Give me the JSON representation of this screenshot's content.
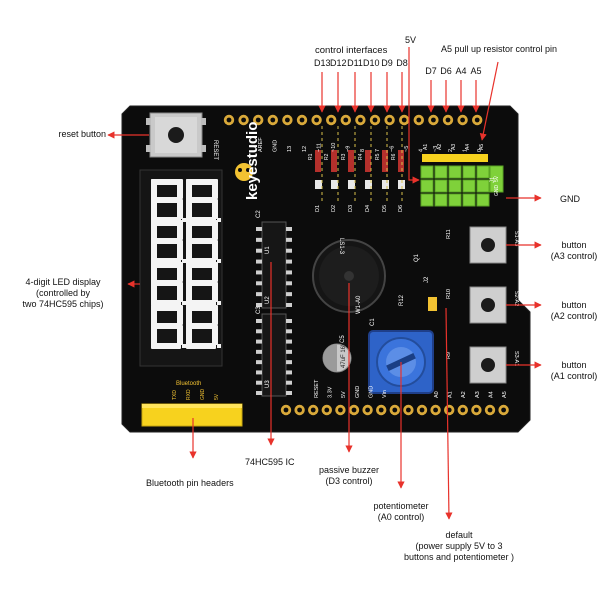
{
  "board": {
    "brand": "keyestudio",
    "silkscreen": {
      "reset": "RESET",
      "top_header": [
        "AREF",
        "GND",
        "13",
        "12",
        "~11",
        "~10",
        "~9",
        "8",
        "7",
        "~6",
        "~5",
        "4",
        "~3",
        "2",
        "1",
        "0"
      ],
      "led_labels": [
        "D1",
        "D2",
        "D3",
        "D4",
        "D5",
        "D6"
      ],
      "resistor_labels": [
        "R1",
        "R2",
        "R3",
        "R4",
        "R5",
        "R6",
        "R7"
      ],
      "jumper_top": [
        "A1",
        "A2",
        "A3",
        "A4",
        "A5"
      ],
      "jumper_side": [
        "5V",
        "GND"
      ],
      "button_names": [
        "S1-A3",
        "S2-A2",
        "S3-A1"
      ],
      "right_res": [
        "R11",
        "R10",
        "R9"
      ],
      "buzzer_label": "LS1-3",
      "chip_u1": "U1",
      "chip_u2": "U2",
      "cap_c2": "C2",
      "cap_c3": "C3",
      "cap_c5": "C5",
      "cap_value": "47uF 16V",
      "pot_label": "W1-A0",
      "pot_c": "C1",
      "j2": "J2",
      "r12": "R12",
      "q1": "Q1",
      "bt_title": "Bluetooth",
      "bt_pins": [
        "TXD",
        "RXD",
        "GND",
        "5V"
      ],
      "power_header": [
        "RESET",
        "3.3V",
        "5V",
        "GND",
        "GND",
        "Vin"
      ],
      "analog_header": [
        "A0",
        "A1",
        "A2",
        "A3",
        "A4",
        "A5"
      ],
      "u3": "U3",
      "j1": "J1"
    }
  },
  "callouts": {
    "five_v": "5V",
    "a5_pullup": "A5 pull up resistor control pin",
    "control_title": "control  interfaces",
    "control_pins": [
      "D13",
      "D12",
      "D11",
      "D10",
      "D9",
      "D8"
    ],
    "upper_pins": [
      "D7",
      "D6",
      "A4",
      "A5"
    ],
    "reset_button": "reset button",
    "gnd": "GND",
    "button_a3": [
      "button",
      "(A3 control)"
    ],
    "button_a2": [
      "button",
      "(A2 control)"
    ],
    "button_a1": [
      "button",
      "(A1 control)"
    ],
    "led_display": [
      "4-digit LED  display",
      "(controlled by",
      "two 74HC595 chips)"
    ],
    "ic": "74HC595 IC",
    "bt_headers": "Bluetooth  pin headers",
    "buzzer": [
      "passive buzzer",
      "(D3 control)"
    ],
    "pot": [
      "potentiometer",
      "(A0 control)"
    ],
    "default": [
      "default",
      "(power  supply 5V to 3",
      "buttons and potentiometer )"
    ]
  },
  "colors": {
    "pcb": "#0c0c0c",
    "arrow": "#e8322b",
    "header_yellow": "#f7d21e",
    "jumper_green": "#7fd13a",
    "pot_blue": "#2e63c8",
    "pin_gold": "#d9a93a",
    "segment_white": "#f4f4f4",
    "leader_dots": "#d9c04a"
  }
}
